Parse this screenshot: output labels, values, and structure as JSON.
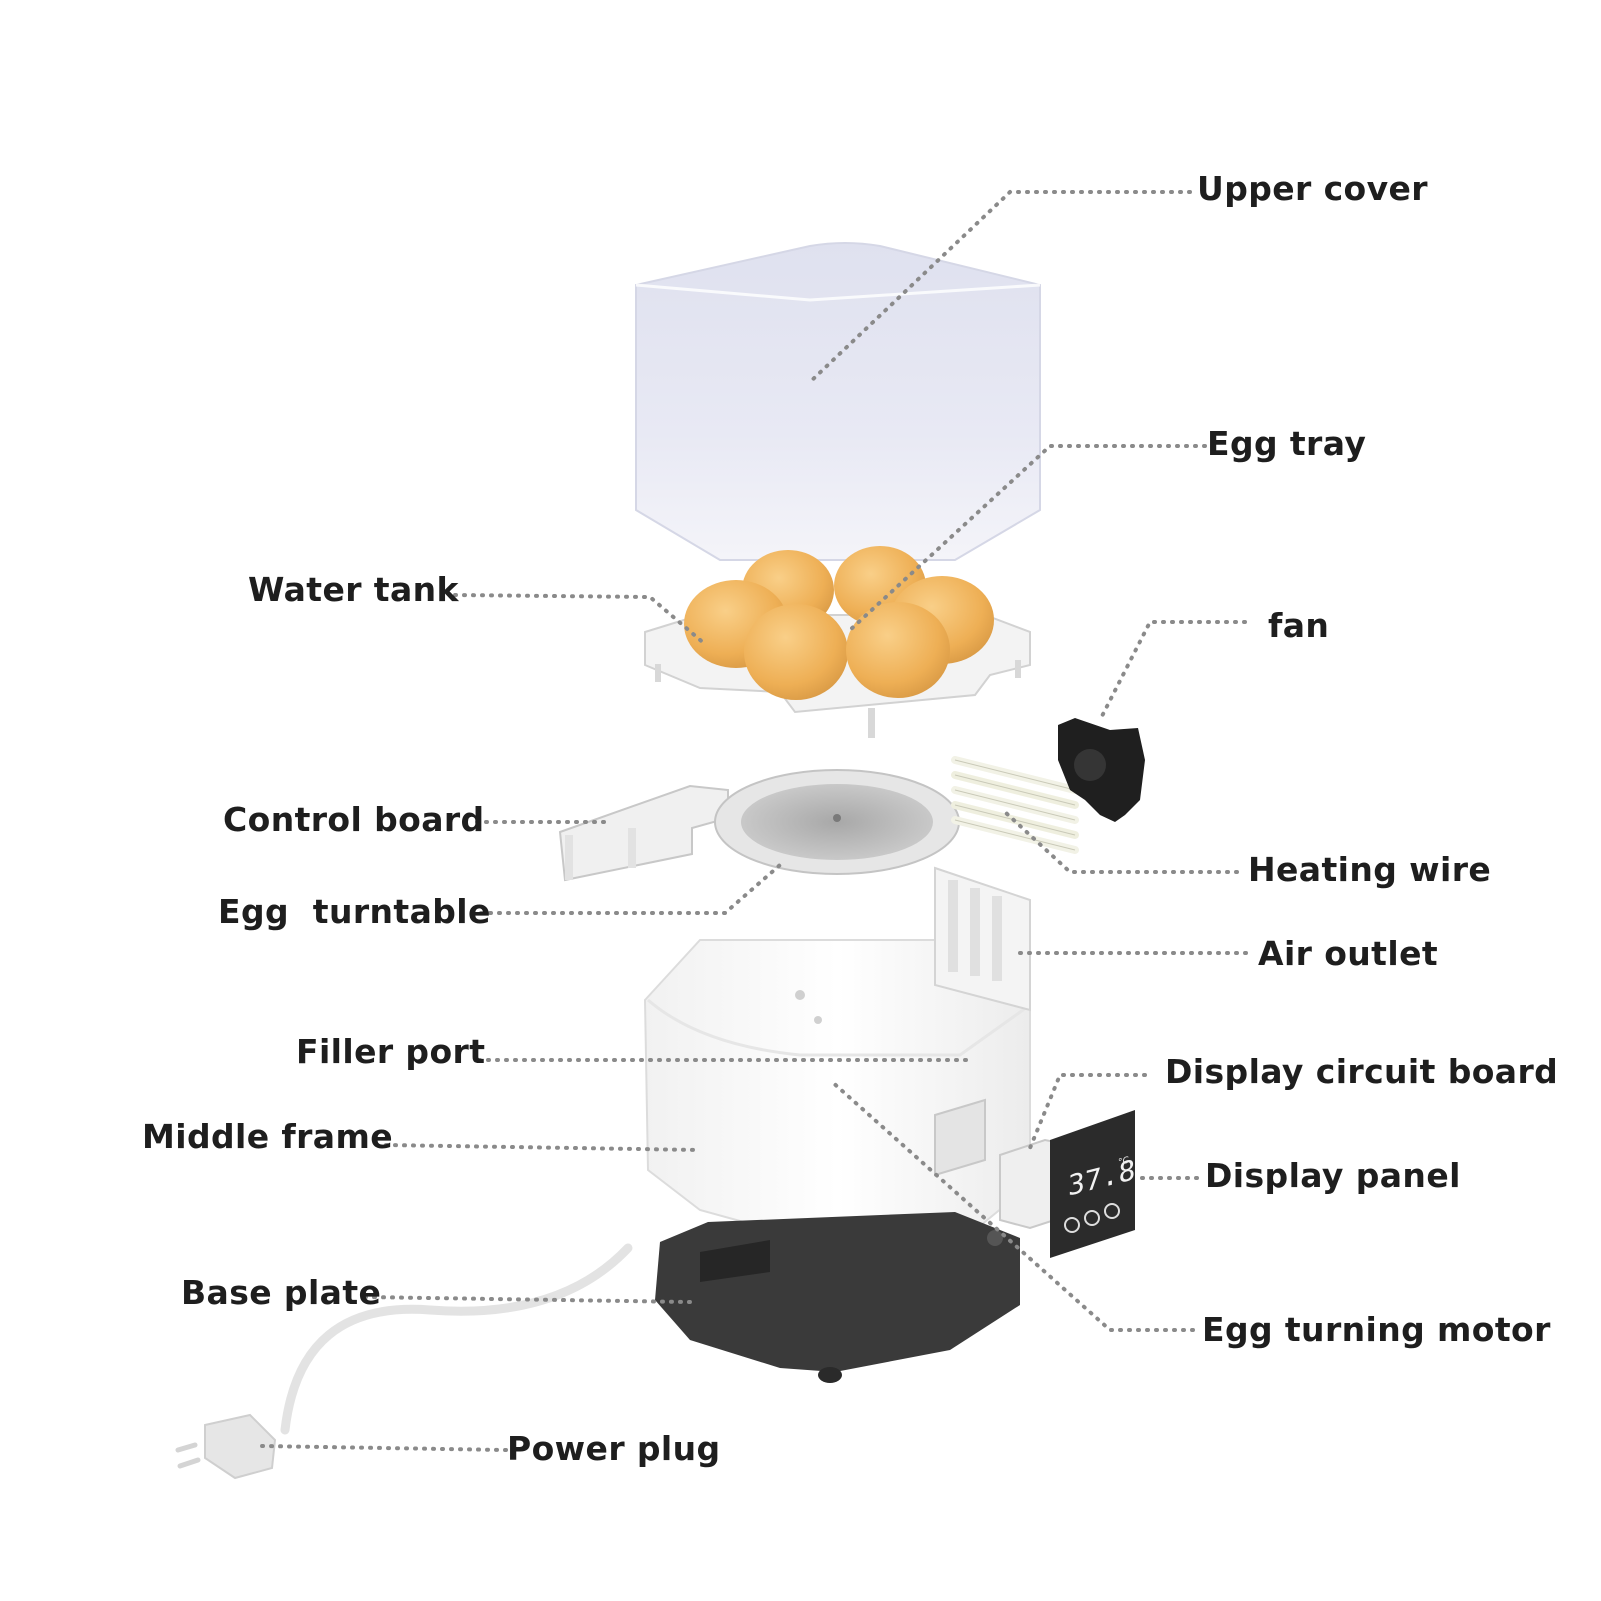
{
  "labels": {
    "upper_cover": "Upper cover",
    "egg_tray": "Egg tray",
    "water_tank": "Water tank",
    "fan": "fan",
    "control_board": "Control board",
    "heating_wire": "Heating wire",
    "egg_turntable": "Egg  turntable",
    "air_outlet": "Air outlet",
    "filler_port": "Filler port",
    "display_circuit_board": "Display circuit board",
    "middle_frame": "Middle frame",
    "display_panel": "Display panel",
    "base_plate": "Base plate",
    "egg_turning_motor": "Egg turning motor",
    "power_plug": "Power plug"
  },
  "display": {
    "temperature": "37.8",
    "unit": "°C"
  },
  "colors": {
    "label_text": "#1e1e1e",
    "leader_line": "#8a8a8a",
    "cover": "#e6e8f4",
    "egg": "#f0b45a",
    "tray": "#f2f2f2",
    "base": "#3a3a3a",
    "panel": "#2b2b2b"
  }
}
